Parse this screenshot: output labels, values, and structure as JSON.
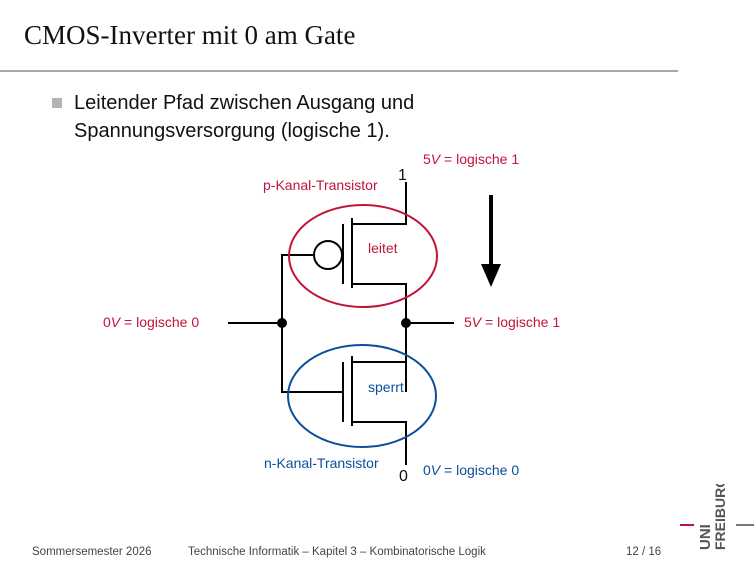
{
  "slide": {
    "title": "CMOS-Inverter mit 0 am Gate",
    "bullet_line1": "Leitender Pfad zwischen Ausgang und",
    "bullet_line2": "Spannungsversorgung (logische 1)."
  },
  "diagram": {
    "vdd_symbol": "1",
    "gnd_symbol": "0",
    "vdd_value": "5",
    "vdd_label": " = logische 1",
    "p_transistor_label": "p-Kanal-Transistor",
    "p_state": "leitet",
    "n_transistor_label": "n-Kanal-Transistor",
    "n_state": "sperrt",
    "input_value": "0",
    "input_label": " = logische 0",
    "output_value": "5",
    "output_label": " = logische 1",
    "gnd_value": "0",
    "gnd_label": " = logische 0",
    "unit": "V"
  },
  "footer": {
    "left": "Sommersemester 2026",
    "center": "Technische Informatik – Kapitel 3 – Kombinatorische Logik",
    "page": "12 / 16"
  },
  "logo": {
    "text_top": "UNI",
    "text_bottom": "FREIBURG"
  },
  "colors": {
    "p_color": "#c0143c",
    "n_color": "#0b4f9c",
    "text": "#111111"
  }
}
